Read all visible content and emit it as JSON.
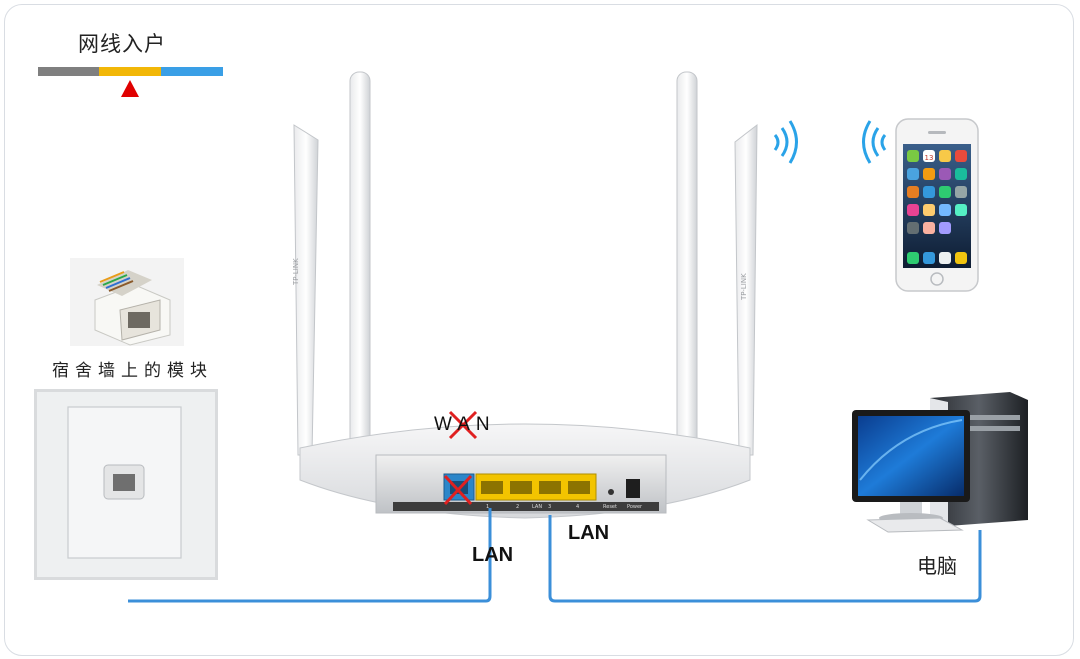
{
  "legend": {
    "title": "网线入户",
    "colors": [
      "#7f7f7f",
      "#f2b707",
      "#3a9fe6"
    ],
    "marker_color": "#e00000"
  },
  "wall_module": {
    "caption": "宿舍墙上的模块"
  },
  "router": {
    "brand": "TP-LINK",
    "wan_label": "WAN",
    "port_labels": [
      "1",
      "2",
      "LAN",
      "3",
      "4"
    ],
    "reset_label": "Reset",
    "power_label": "Power"
  },
  "cables": {
    "left_lan_label": "LAN",
    "right_lan_label": "LAN",
    "cable_color": "#3b8fd9"
  },
  "computer": {
    "label": "电脑"
  },
  "phone": {
    "calendar_day": "13"
  }
}
